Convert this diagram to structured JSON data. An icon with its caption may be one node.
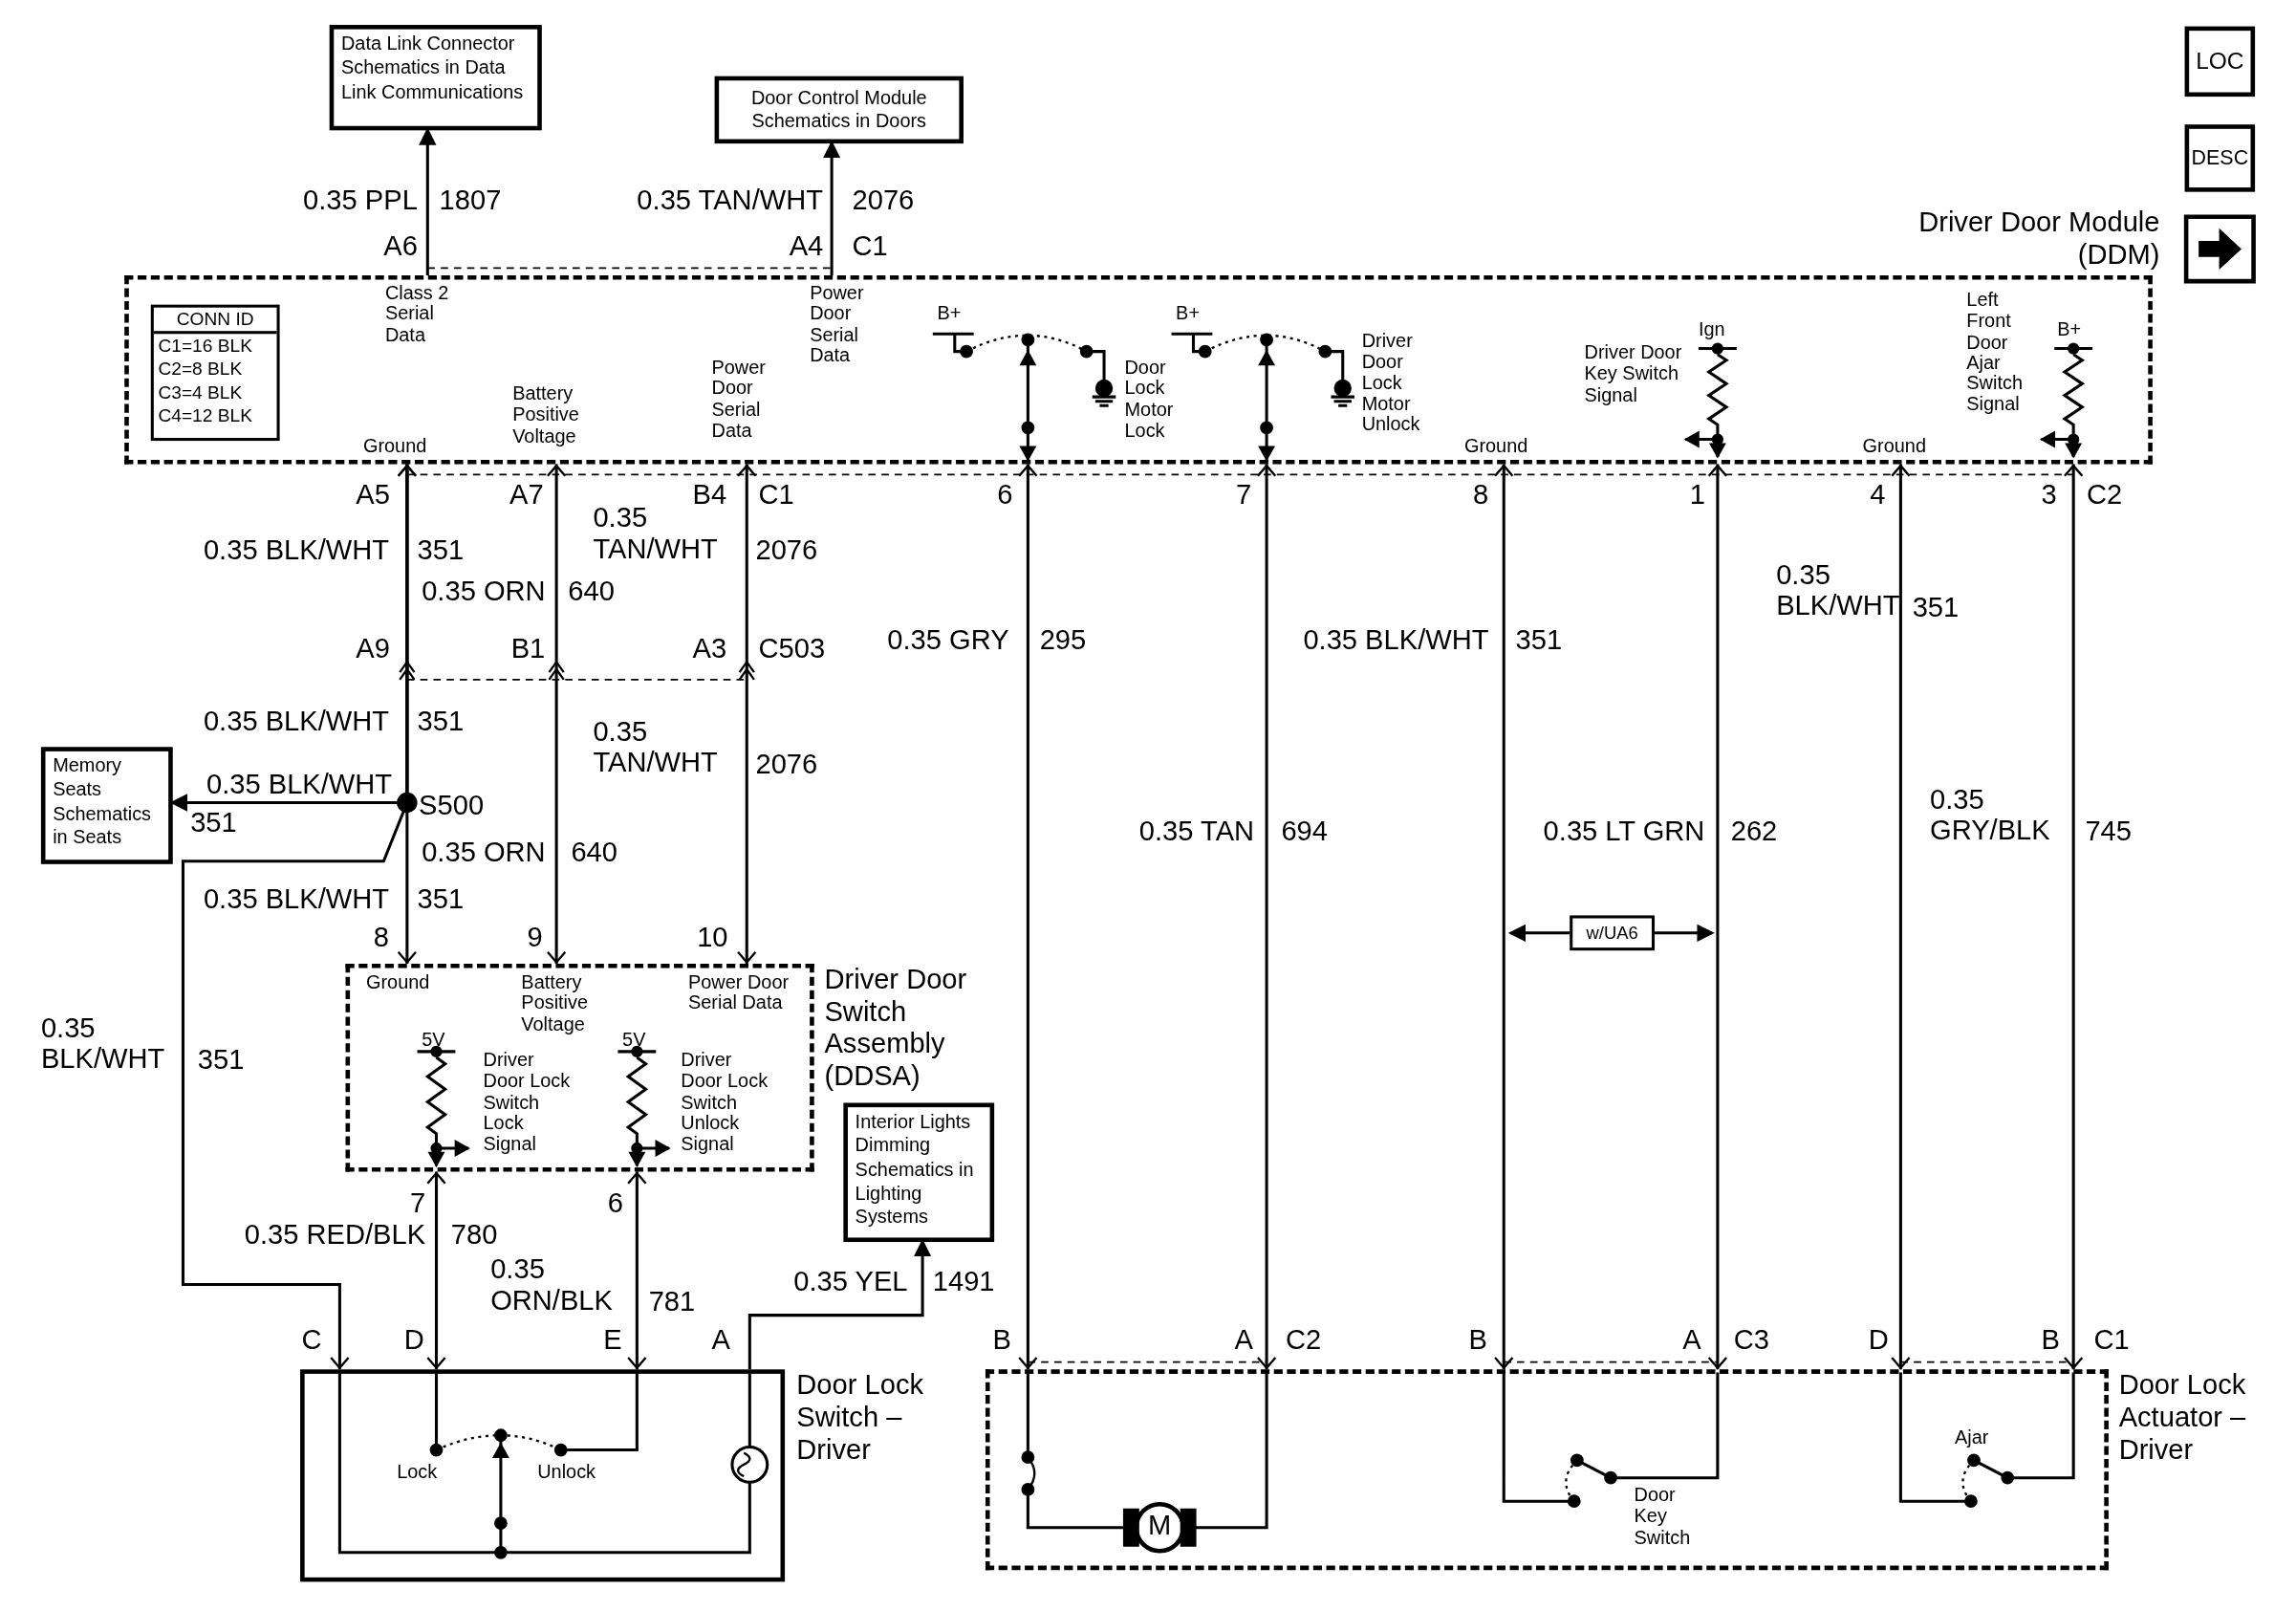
{
  "diagram": {
    "nodes": [
      {
        "text": [
          "Data Link Connector Schematics in Data Link Communications"
        ]
      },
      {
        "text": [
          "Door Control Module Schematics in Doors"
        ]
      },
      {
        "text": [
          "Driver Door Module (DDM)"
        ]
      },
      {
        "text": [
          "CONN ID",
          "C1=16 BLK",
          "C2=8 BLK",
          "C3=4 BLK",
          "C4=12 BLK"
        ],
        "in": 2
      },
      {
        "text": [
          "Memory Seats Schematics in Seats"
        ]
      },
      {
        "text": [
          "Driver Door Switch Assembly (DDSA)"
        ]
      },
      {
        "text": [
          "Interior Lights Dimming Schematics in Lighting Systems"
        ]
      },
      {
        "text": [
          "w/UA6"
        ]
      },
      {
        "text": [
          "Door Lock Switch – Driver"
        ]
      },
      {
        "text": [
          "Door Lock Actuator – Driver"
        ]
      },
      {
        "text": [
          "LOC"
        ]
      },
      {
        "text": [
          "DESC"
        ]
      }
    ],
    "edges": [
      {
        "from": 2,
        "to": 0,
        "arrow": "to"
      },
      {
        "from": 2,
        "to": 1,
        "arrow": "to"
      },
      {
        "from": 2,
        "to": 4,
        "arrow": "to"
      },
      {
        "from": 2,
        "to": 5,
        "arrow": "both"
      },
      {
        "from": 2,
        "to": 8,
        "arrow": "both"
      },
      {
        "from": 2,
        "to": 5,
        "arrow": "both"
      },
      {
        "from": 2,
        "to": 5,
        "arrow": "both"
      },
      {
        "from": 5,
        "to": 8,
        "arrow": "both"
      },
      {
        "from": 5,
        "to": 8,
        "arrow": "both"
      },
      {
        "from": 8,
        "to": 6,
        "arrow": "to"
      },
      {
        "from": 2,
        "to": 9,
        "arrow": "both"
      },
      {
        "from": 2,
        "to": 9,
        "arrow": "both"
      },
      {
        "from": 2,
        "to": 9,
        "arrow": "both"
      },
      {
        "from": 2,
        "to": 9,
        "arrow": "both"
      },
      {
        "from": 2,
        "to": 9,
        "arrow": "both"
      },
      {
        "from": 2,
        "to": 9,
        "arrow": "both"
      },
      {
        "from": 7,
        "to": null,
        "arrow": "to"
      },
      {
        "from": 7,
        "to": null,
        "arrow": "to"
      }
    ],
    "labels": [
      "0.35 PPL",
      "1807",
      "A6",
      "0.35 TAN/WHT",
      "2076",
      "A4",
      "C1",
      "Class 2 Serial Data",
      "Power Door Serial Data",
      "B+",
      "Door Lock Motor Lock",
      "B+",
      "Driver Door Lock Motor Unlock",
      "Driver Door Key Switch Signal",
      "Ign",
      "Left Front Door Ajar Switch Signal",
      "B+",
      "Battery Positive Voltage",
      "Power Door Serial Data",
      "Ground",
      "Ground",
      "Ground",
      "A5",
      "A7",
      "B4",
      "C1",
      "6",
      "7",
      "8",
      "1",
      "4",
      "3",
      "C2",
      "0.35 BLK/WHT",
      "351",
      "0.35 TAN/WHT",
      "2076",
      "0.35 ORN",
      "640",
      "0.35 GRY",
      "295",
      "0.35 BLK/WHT",
      "351",
      "0.35 BLK/WHT",
      "351",
      "A9",
      "B1",
      "A3",
      "C503",
      "0.35 BLK/WHT",
      "351",
      "0.35 TAN/WHT",
      "2076",
      "0.35 BLK/WHT",
      "351",
      "S500",
      "0.35 TAN",
      "694",
      "0.35 LT GRN",
      "262",
      "0.35 GRY/BLK",
      "745",
      "0.35 ORN",
      "640",
      "0.35 BLK/WHT",
      "351",
      "8",
      "9",
      "10",
      "Ground",
      "Battery Positive Voltage",
      "Power Door Serial Data",
      "5V",
      "Driver Door Lock Switch Lock Signal",
      "5V",
      "Driver Door Lock Switch Unlock Signal",
      "0.35 BLK/WHT",
      "351",
      "7",
      "6",
      "0.35 RED/BLK",
      "780",
      "0.35 ORN/BLK",
      "781",
      "0.35 YEL",
      "1491",
      "C",
      "D",
      "E",
      "A",
      "B",
      "A",
      "C2",
      "B",
      "A",
      "C3",
      "D",
      "B",
      "C1",
      "Lock",
      "Unlock",
      "M",
      "Door Key Switch",
      "Ajar"
    ]
  }
}
